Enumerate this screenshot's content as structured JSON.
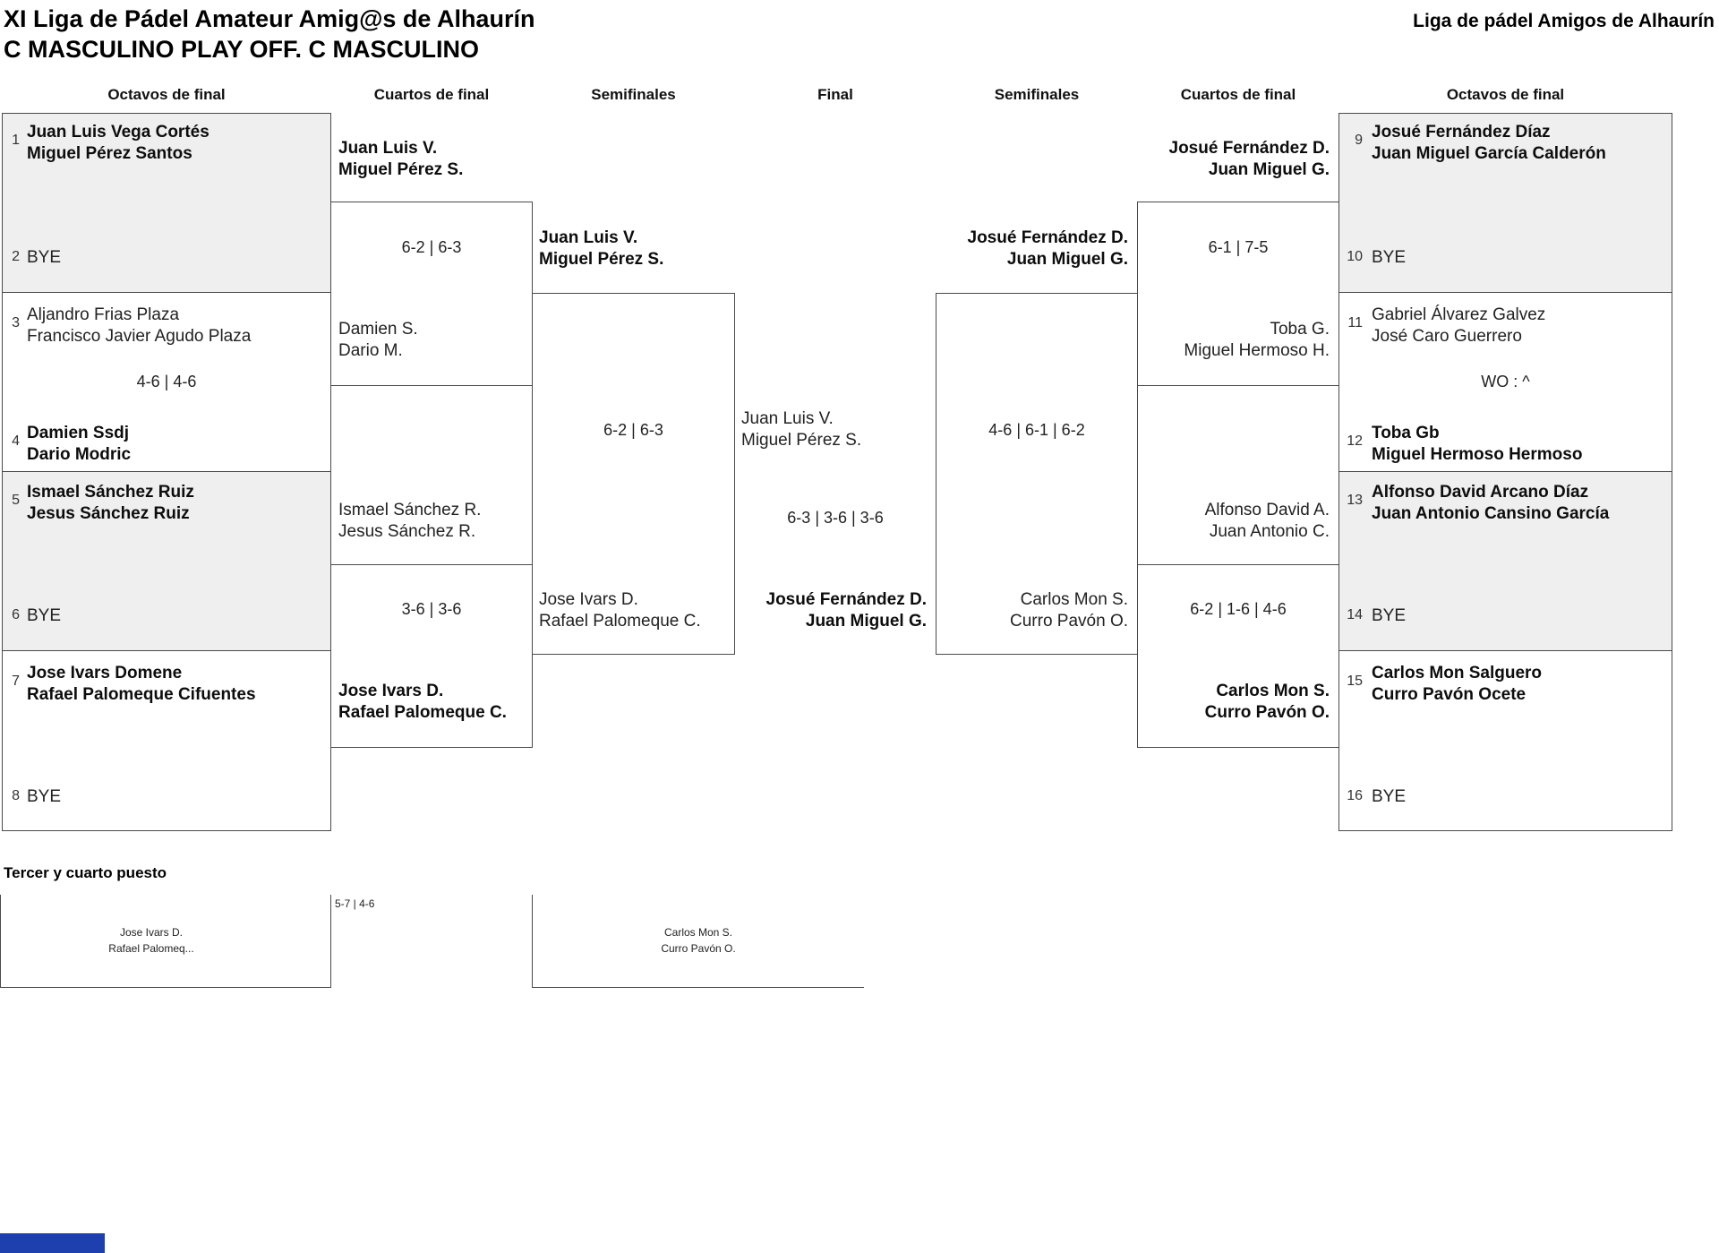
{
  "title": {
    "line1": "XI Liga de Pádel Amateur Amig@s de Alhaurín",
    "line2": "C MASCULINO PLAY OFF. C MASCULINO"
  },
  "org": "Liga de pádel Amigos de Alhaurín",
  "rounds": {
    "r1": "Octavos de final",
    "r2": "Cuartos de final",
    "r3": "Semifinales",
    "r4": "Final",
    "r5": "Semifinales",
    "r6": "Cuartos de final",
    "r7": "Octavos de final"
  },
  "left_octavos": {
    "s1": {
      "seed": "1",
      "p1": "Juan Luis Vega Cortés",
      "p2": "Miguel Pérez Santos"
    },
    "s2": {
      "seed": "2",
      "p1": "BYE"
    },
    "s3": {
      "seed": "3",
      "p1": "Aljandro Frias Plaza",
      "p2": "Francisco Javier Agudo Plaza"
    },
    "score_m2": "4-6 | 4-6",
    "s4": {
      "seed": "4",
      "p1": "Damien Ssdj",
      "p2": "Dario Modric"
    },
    "s5": {
      "seed": "5",
      "p1": "Ismael Sánchez Ruiz",
      "p2": "Jesus Sánchez Ruiz"
    },
    "s6": {
      "seed": "6",
      "p1": "BYE"
    },
    "s7": {
      "seed": "7",
      "p1": "Jose Ivars Domene",
      "p2": "Rafael Palomeque Cifuentes"
    },
    "s8": {
      "seed": "8",
      "p1": "BYE"
    }
  },
  "left_quarters": {
    "t1": {
      "p1": "Juan Luis V.",
      "p2": "Miguel Pérez S."
    },
    "score1": "6-2 | 6-3",
    "t2": {
      "p1": "Damien S.",
      "p2": "Dario M."
    },
    "t3": {
      "p1": "Ismael Sánchez R.",
      "p2": "Jesus Sánchez R."
    },
    "score2": "3-6 | 3-6",
    "t4": {
      "p1": "Jose Ivars D.",
      "p2": "Rafael Palomeque C."
    }
  },
  "left_semi": {
    "t1": {
      "p1": "Juan Luis V.",
      "p2": "Miguel Pérez S."
    },
    "score": "6-2 | 6-3",
    "t2": {
      "p1": "Jose Ivars D.",
      "p2": "Rafael Palomeque C."
    }
  },
  "final": {
    "t1": {
      "p1": "Juan Luis V.",
      "p2": "Miguel Pérez S."
    },
    "score": "6-3 | 3-6 | 3-6",
    "t2": {
      "p1": "Josué Fernández D.",
      "p2": "Juan Miguel G."
    }
  },
  "right_semi": {
    "t1": {
      "p1": "Josué Fernández D.",
      "p2": "Juan Miguel G."
    },
    "score": "4-6 | 6-1 | 6-2",
    "t2": {
      "p1": "Carlos Mon S.",
      "p2": "Curro Pavón O."
    }
  },
  "right_quarters": {
    "t1": {
      "p1": "Josué Fernández D.",
      "p2": "Juan Miguel G."
    },
    "score1": "6-1 | 7-5",
    "t2": {
      "p1": "Toba G.",
      "p2": "Miguel Hermoso H."
    },
    "t3": {
      "p1": "Alfonso David A.",
      "p2": "Juan Antonio C."
    },
    "score2": "6-2 | 1-6 | 4-6",
    "t4": {
      "p1": "Carlos Mon S.",
      "p2": "Curro Pavón O."
    }
  },
  "right_octavos": {
    "s9": {
      "seed": "9",
      "p1": "Josué Fernández Díaz",
      "p2": "Juan Miguel García Calderón"
    },
    "s10": {
      "seed": "10",
      "p1": "BYE"
    },
    "s11": {
      "seed": "11",
      "p1": "Gabriel Álvarez Galvez",
      "p2": "José Caro Guerrero"
    },
    "score_m6": "WO : ^",
    "s12": {
      "seed": "12",
      "p1": "Toba Gb",
      "p2": "Miguel Hermoso Hermoso"
    },
    "s13": {
      "seed": "13",
      "p1": "Alfonso David Arcano Díaz",
      "p2": "Juan Antonio Cansino García"
    },
    "s14": {
      "seed": "14",
      "p1": "BYE"
    },
    "s15": {
      "seed": "15",
      "p1": "Carlos Mon Salguero",
      "p2": "Curro Pavón Ocete"
    },
    "s16": {
      "seed": "16",
      "p1": "BYE"
    }
  },
  "third_place": {
    "title": "Tercer y cuarto puesto",
    "score": "5-7 | 4-6",
    "t1": {
      "p1": "Jose Ivars D.",
      "p2": "Rafael Palomeq..."
    },
    "t2": {
      "p1": "Carlos Mon S.",
      "p2": "Curro Pavón O."
    }
  },
  "colors": {
    "accent_bar": "#1e3fae",
    "seed_box_fill": "#efefef",
    "line": "#4a4a4a"
  }
}
